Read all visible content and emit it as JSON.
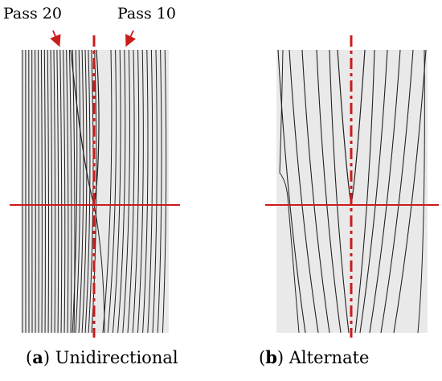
{
  "annotations": {
    "pass20": "Pass 20",
    "pass10": "Pass 10"
  },
  "panels": [
    {
      "caption_open": "(",
      "caption_letter": "a",
      "caption_close": ")",
      "caption_text": " Unidirectional"
    },
    {
      "caption_open": "(",
      "caption_letter": "b",
      "caption_close": ")",
      "caption_text": " Alternate"
    }
  ],
  "colors": {
    "axis_lines": "#cc1b1b",
    "contour_lines": "#222222",
    "panel_fill": "#e9e9e9",
    "arrow": "#cc1b1b"
  }
}
